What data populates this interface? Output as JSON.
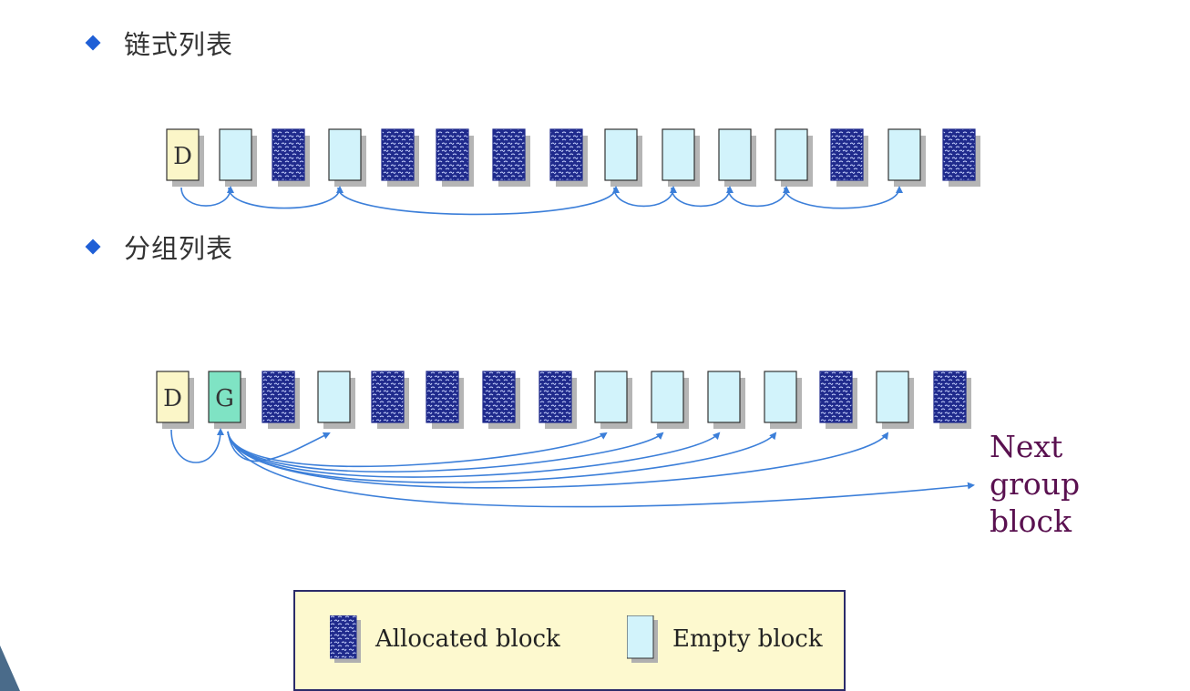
{
  "sections": [
    {
      "label": "链式列表"
    },
    {
      "label": "分组列表"
    }
  ],
  "linked_list": {
    "header_label": "D",
    "blocks": [
      "empty",
      "allocated",
      "empty",
      "allocated",
      "allocated",
      "allocated",
      "allocated",
      "empty",
      "empty",
      "empty",
      "empty",
      "allocated",
      "empty",
      "allocated"
    ],
    "links": [
      [
        0,
        1
      ],
      [
        1,
        3
      ],
      [
        3,
        8
      ],
      [
        8,
        9
      ],
      [
        9,
        10
      ],
      [
        10,
        11
      ],
      [
        11,
        13
      ]
    ]
  },
  "grouped_list": {
    "header_label": "D",
    "group_label": "G",
    "blocks": [
      "allocated",
      "empty",
      "allocated",
      "allocated",
      "allocated",
      "allocated",
      "empty",
      "empty",
      "empty",
      "empty",
      "allocated",
      "empty",
      "allocated"
    ],
    "next_group_label_lines": [
      "Next",
      "group",
      "block"
    ]
  },
  "legend": {
    "allocated_label": "Allocated block",
    "empty_label": "Empty block"
  },
  "colors": {
    "allocated": "#1f2a8c",
    "empty": "#d2f3fb",
    "header": "#fbf6c8",
    "group": "#7fe3c4",
    "arrow": "#3c7fd9",
    "bullet": "#1f5fd6",
    "next_label": "#5a1150"
  }
}
